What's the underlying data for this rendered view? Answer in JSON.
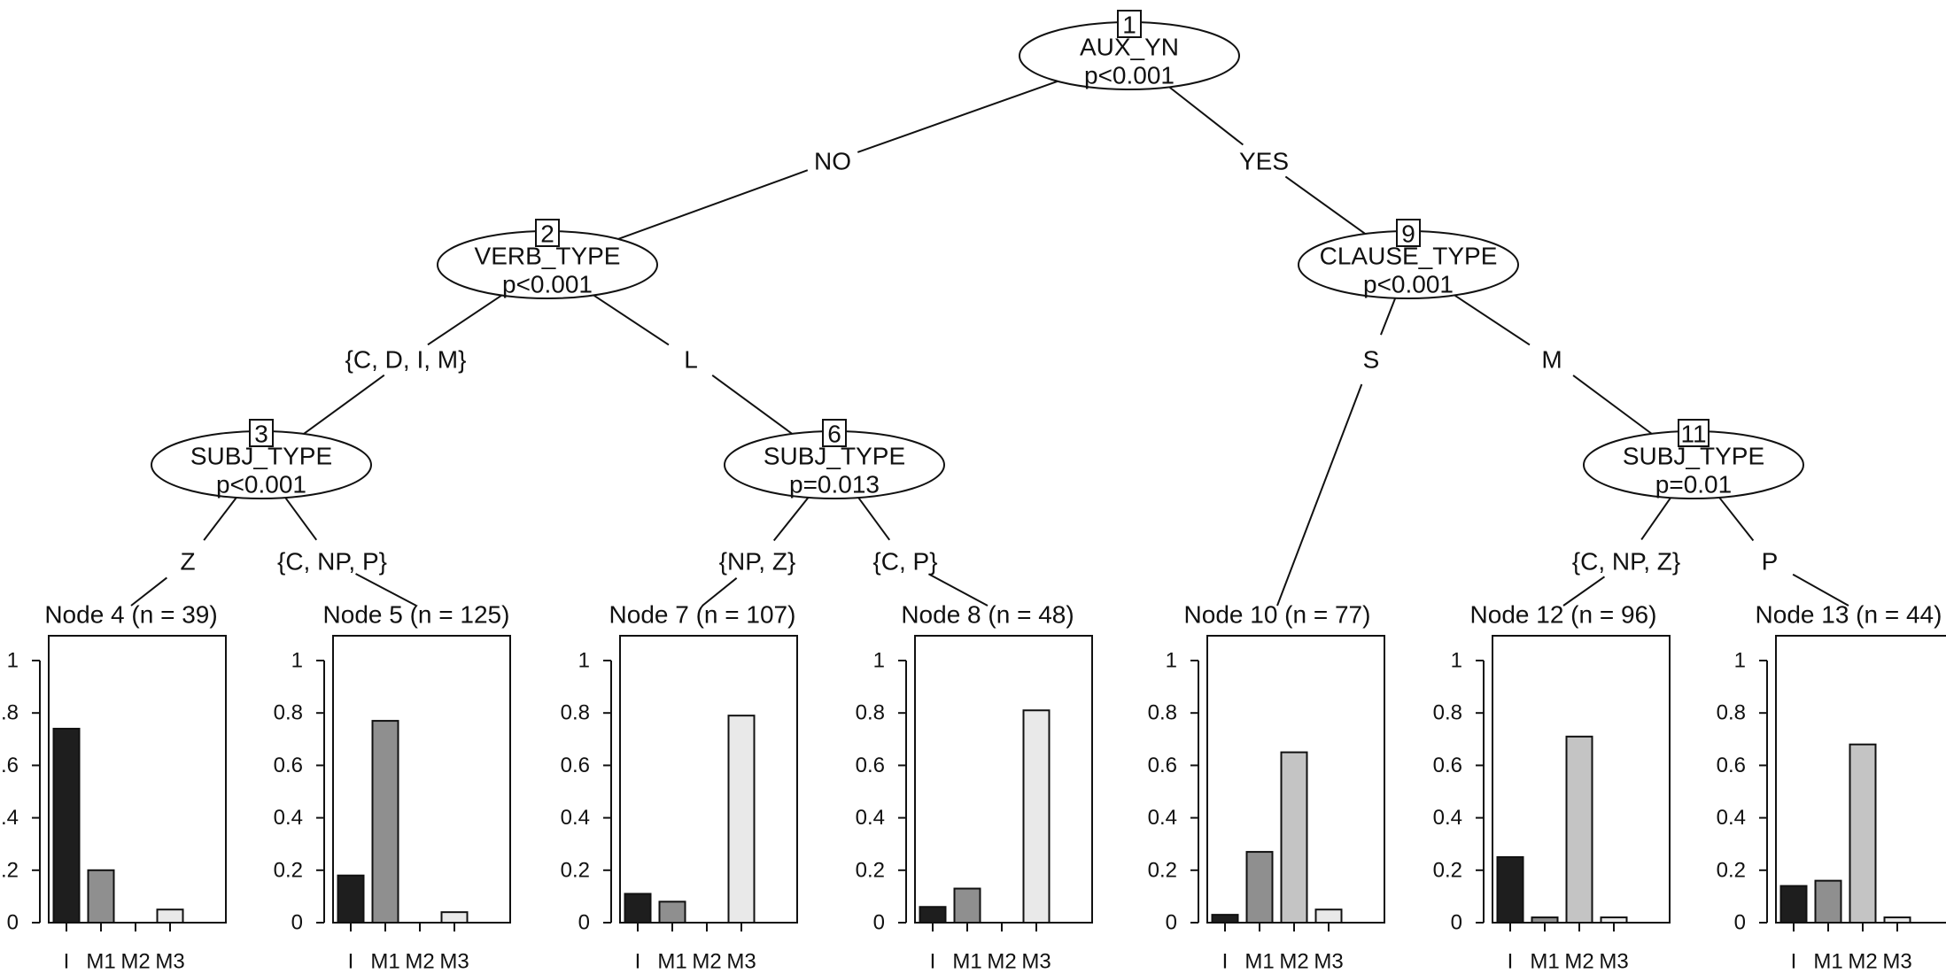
{
  "tree": {
    "inner_nodes": [
      {
        "id": "1",
        "variable": "AUX_YN",
        "p": "p<0.001"
      },
      {
        "id": "2",
        "variable": "VERB_TYPE",
        "p": "p<0.001"
      },
      {
        "id": "3",
        "variable": "SUBJ_TYPE",
        "p": "p<0.001"
      },
      {
        "id": "6",
        "variable": "SUBJ_TYPE",
        "p": "p=0.013"
      },
      {
        "id": "9",
        "variable": "CLAUSE_TYPE",
        "p": "p<0.001"
      },
      {
        "id": "11",
        "variable": "SUBJ_TYPE",
        "p": "p=0.01"
      }
    ],
    "edges": [
      {
        "from": "1",
        "to": "2",
        "label": "NO"
      },
      {
        "from": "1",
        "to": "9",
        "label": "YES"
      },
      {
        "from": "2",
        "to": "3",
        "label": "{C, D, I, M}"
      },
      {
        "from": "2",
        "to": "6",
        "label": "L"
      },
      {
        "from": "3",
        "to": "4",
        "label": "Z"
      },
      {
        "from": "3",
        "to": "5",
        "label": "{C,  NP, P}"
      },
      {
        "from": "6",
        "to": "7",
        "label": "{NP, Z}"
      },
      {
        "from": "6",
        "to": "8",
        "label": "{C, P}"
      },
      {
        "from": "9",
        "to": "10",
        "label": "S"
      },
      {
        "from": "9",
        "to": "11",
        "label": "M"
      },
      {
        "from": "11",
        "to": "12",
        "label": "{C,  NP, Z}"
      },
      {
        "from": "11",
        "to": "13",
        "label": "P"
      }
    ],
    "leaf_categories": [
      "I",
      "M1",
      "M2",
      "M3"
    ],
    "category_colors": [
      "#1e1e1e",
      "#8f8f8f",
      "#c4c4c4",
      "#e9e9e9"
    ],
    "y_ticks": [
      "0",
      "0.2",
      "0.4",
      "0.6",
      "0.8",
      "1"
    ],
    "y_range": [
      0,
      1
    ]
  },
  "chart_data": [
    {
      "type": "bar",
      "title": "Node 4 (n = 39)",
      "categories": [
        "I",
        "M1",
        "M2",
        "M3"
      ],
      "values": [
        0.74,
        0.2,
        0.0,
        0.05
      ],
      "ylim": [
        0,
        1
      ]
    },
    {
      "type": "bar",
      "title": "Node 5 (n = 125)",
      "categories": [
        "I",
        "M1",
        "M2",
        "M3"
      ],
      "values": [
        0.18,
        0.77,
        0.0,
        0.04
      ],
      "ylim": [
        0,
        1
      ]
    },
    {
      "type": "bar",
      "title": "Node 7 (n = 107)",
      "categories": [
        "I",
        "M1",
        "M2",
        "M3"
      ],
      "values": [
        0.11,
        0.08,
        0.0,
        0.79
      ],
      "ylim": [
        0,
        1
      ]
    },
    {
      "type": "bar",
      "title": "Node 8 (n = 48)",
      "categories": [
        "I",
        "M1",
        "M2",
        "M3"
      ],
      "values": [
        0.06,
        0.13,
        0.0,
        0.81
      ],
      "ylim": [
        0,
        1
      ]
    },
    {
      "type": "bar",
      "title": "Node 10 (n = 77)",
      "categories": [
        "I",
        "M1",
        "M2",
        "M3"
      ],
      "values": [
        0.03,
        0.27,
        0.65,
        0.05
      ],
      "ylim": [
        0,
        1
      ]
    },
    {
      "type": "bar",
      "title": "Node 12 (n = 96)",
      "categories": [
        "I",
        "M1",
        "M2",
        "M3"
      ],
      "values": [
        0.25,
        0.02,
        0.71,
        0.02
      ],
      "ylim": [
        0,
        1
      ]
    },
    {
      "type": "bar",
      "title": "Node 13 (n = 44)",
      "categories": [
        "I",
        "M1",
        "M2",
        "M3"
      ],
      "values": [
        0.14,
        0.16,
        0.68,
        0.02
      ],
      "ylim": [
        0,
        1
      ]
    }
  ]
}
